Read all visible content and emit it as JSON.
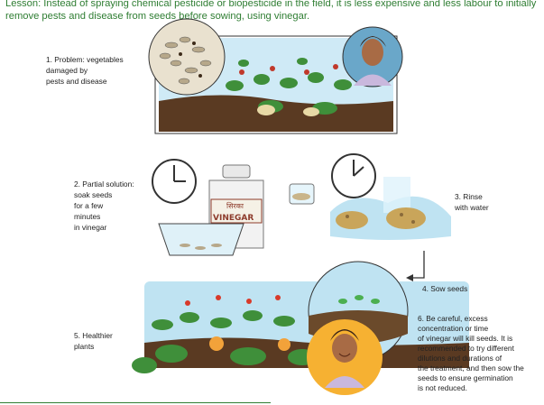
{
  "lesson": {
    "text": "Lesson: Instead of spraying chemical pesticide or biopesticide in the field, it is less expensive and less labour to initially remove pests and disease from seeds before sowing, using vinegar."
  },
  "steps": [
    {
      "id": 1,
      "lines": [
        "1. Problem: vegetables",
        "damaged by",
        "pests and disease"
      ]
    },
    {
      "id": 2,
      "lines": [
        "2. Partial solution:",
        "soak seeds",
        "for a few",
        "minutes",
        "in vinegar"
      ]
    },
    {
      "id": 3,
      "lines": [
        "3. Rinse",
        "with water"
      ]
    },
    {
      "id": 4,
      "lines": [
        "4. Sow seeds"
      ]
    },
    {
      "id": 5,
      "lines": [
        "5. Healthier",
        "plants"
      ]
    },
    {
      "id": 6,
      "lines": [
        "6. Be careful, excess",
        "concentration or time",
        "of vinegar will kill seeds. It is",
        "recommended to try different",
        "dilutions and durations of",
        "the treatment, and then sow the",
        "seeds to ensure germination",
        "is not reduced."
      ]
    }
  ],
  "bottle": {
    "label_hindi": "सिरका",
    "label_en": "VINEGAR"
  },
  "colors": {
    "lesson": "#2e7d32",
    "sky": "#bfe3f2",
    "soil": "#5a3a22",
    "leaf": "#3f8f3a"
  }
}
